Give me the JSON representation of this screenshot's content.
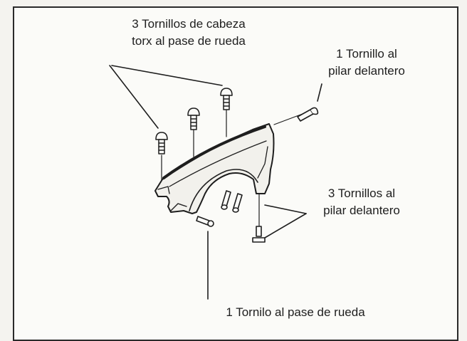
{
  "labels": {
    "wheel_arch_screws": [
      "3 Tornillos de cabeza",
      "torx al pase de rueda"
    ],
    "front_pillar_screw": [
      "1 Tornillo al",
      "pilar delantero"
    ],
    "front_pillar_screws": [
      "3 Tornillos al",
      "pilar delantero"
    ],
    "wheel_arch_screw": "1 Tornilo al pase de rueda"
  },
  "colors": {
    "ink": "#1e1e1e",
    "paper": "#fbfbf8",
    "background": "#f4f3ef"
  }
}
